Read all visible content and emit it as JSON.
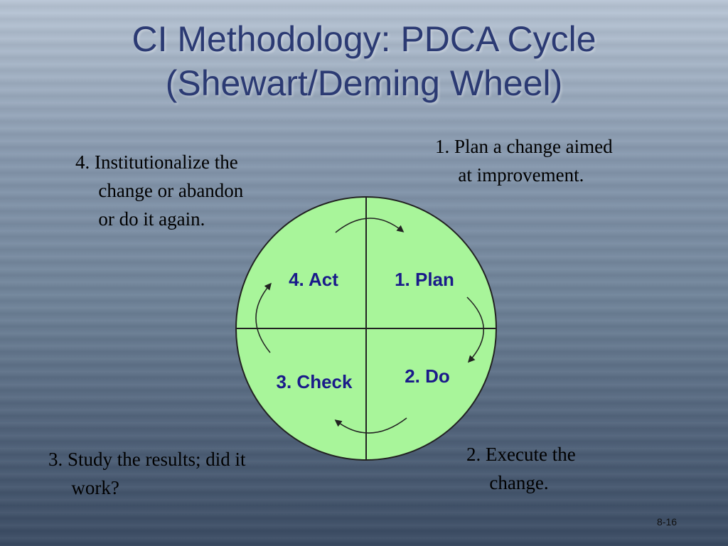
{
  "title": {
    "line1": "CI Methodology: PDCA Cycle",
    "line2": "(Shewart/Deming Wheel)"
  },
  "quadrants": {
    "act": "4. Act",
    "plan": "1. Plan",
    "check": "3. Check",
    "do": "2. Do"
  },
  "descriptions": {
    "step4": "4. Institutionalize the change or abandon or do it again.",
    "step1": "1. Plan a change aimed at improvement.",
    "step3": "3. Study the results; did it work?",
    "step2": "2. Execute the change."
  },
  "slide_number": "8-16",
  "colors": {
    "wheel_fill": "#a8f59a",
    "title": "#2b3a73",
    "quadrant_label": "#1a1a8a"
  }
}
